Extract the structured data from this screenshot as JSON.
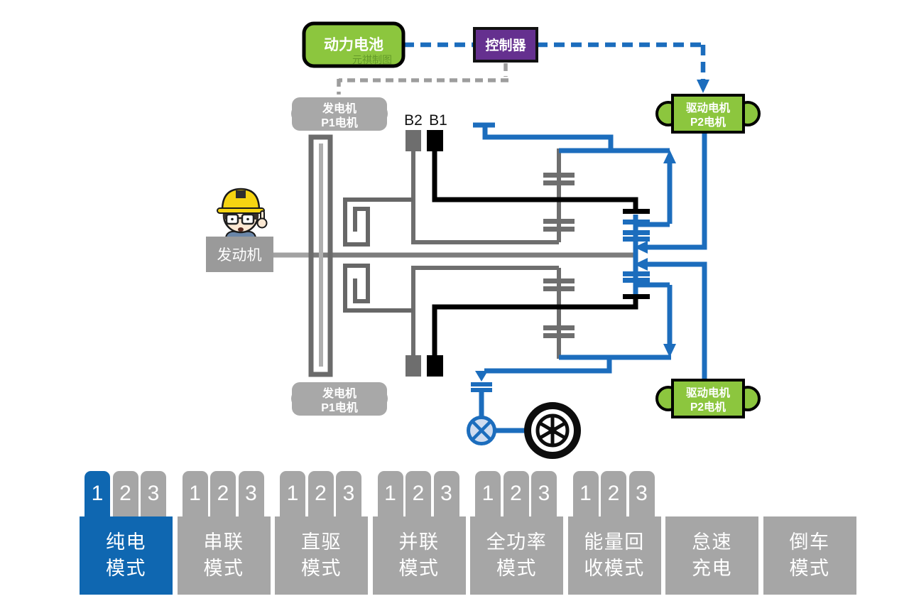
{
  "diagram": {
    "battery": {
      "label": "动力电池",
      "watermark": "元祺制图"
    },
    "controller": {
      "label": "控制器"
    },
    "generator_top": {
      "line1": "发电机",
      "line2": "P1电机"
    },
    "generator_bottom": {
      "line1": "发电机",
      "line2": "P1电机"
    },
    "drive_motor_top": {
      "line1": "驱动电机",
      "line2": "P2电机"
    },
    "drive_motor_bottom": {
      "line1": "驱动电机",
      "line2": "P2电机"
    },
    "engine": {
      "label": "发动机"
    },
    "brakes": {
      "b2": "B2",
      "b1": "B1"
    }
  },
  "colors": {
    "accent_blue": "#0f67b1",
    "line_blue": "#1c6dbd",
    "button_gray": "#a6a6a6",
    "battery_green": "#8cc63e",
    "controller_purple": "#65308f"
  },
  "modes": [
    {
      "line1": "纯电",
      "line2": "模式",
      "tabs": [
        "1",
        "2",
        "3"
      ],
      "active_tab": "1"
    },
    {
      "line1": "串联",
      "line2": "模式",
      "tabs": [
        "1",
        "2",
        "3"
      ]
    },
    {
      "line1": "直驱",
      "line2": "模式",
      "tabs": [
        "1",
        "2",
        "3"
      ]
    },
    {
      "line1": "并联",
      "line2": "模式",
      "tabs": [
        "1",
        "2",
        "3"
      ]
    },
    {
      "line1": "全功率",
      "line2": "模式",
      "tabs": [
        "1",
        "2",
        "3"
      ]
    },
    {
      "line1": "能量回",
      "line2": "收模式",
      "tabs": [
        "1",
        "2",
        "3"
      ]
    },
    {
      "line1": "怠速",
      "line2": "充电",
      "tabs": []
    },
    {
      "line1": "倒车",
      "line2": "模式",
      "tabs": []
    }
  ]
}
